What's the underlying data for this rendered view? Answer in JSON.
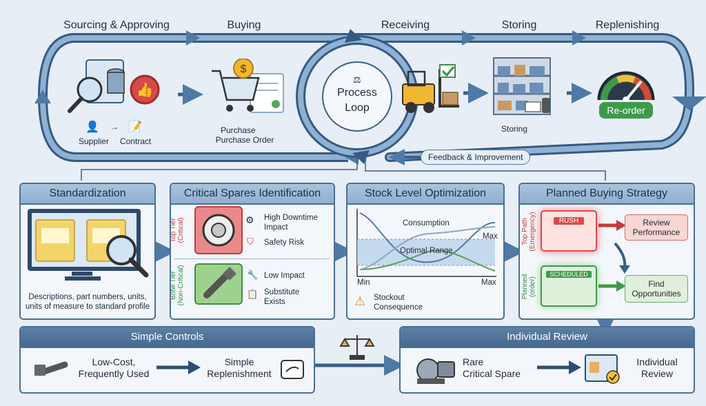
{
  "stages": {
    "sourcing": "Sourcing & Approving",
    "buying": "Buying",
    "receiving": "Receiving",
    "storing": "Storing",
    "replenishing": "Replenishing"
  },
  "cycle": {
    "supplier": "Supplier",
    "contract": "Contract",
    "purchase": "Purchase",
    "purchase_order": "Purchase Order",
    "process_loop_1": "Process",
    "process_loop_2": "Loop",
    "storing_caption": "Storing",
    "reorder": "Re-order",
    "feedback": "Feedback & Improvement"
  },
  "standardization": {
    "title": "Standardization",
    "caption_1": "Descriptions, part numbers, units,",
    "caption_2": "units of measure to standard profile"
  },
  "critical": {
    "title": "Critical Spares Identification",
    "top_tier_1": "Top Tier",
    "top_tier_2": "(Critical)",
    "bottom_tier_1": "Botw Tier",
    "bottom_tier_2": "(Non-Critical)",
    "high_downtime_1": "High Downtime",
    "high_downtime_2": "Impact",
    "safety_risk": "Safety Risk",
    "low_impact": "Low Impact",
    "substitute_1": "Substitute",
    "substitute_2": "Exists"
  },
  "stock": {
    "title": "Stock Level Optimization",
    "consumption": "Consumption",
    "max_top": "Max",
    "optimal_range": "Optimal Range",
    "min": "Min",
    "max_bottom": "Max",
    "stockout_1": "Stockout",
    "stockout_2": "Consequence"
  },
  "planned": {
    "title": "Planned Buying Strategy",
    "top_path_1": "Top Path",
    "top_path_2": "(Emergency)",
    "rush": "RUSH",
    "review_1": "Review",
    "review_2": "Performance",
    "planned_1": "Planned",
    "planned_2": "(order)",
    "scheduled": "SCHEDULED",
    "find_1": "Find",
    "find_2": "Opportunities"
  },
  "simple_controls": {
    "title": "Simple Controls",
    "low_cost_1": "Low-Cost,",
    "low_cost_2": "Frequently Used",
    "simple_1": "Simple",
    "simple_2": "Replenishment"
  },
  "individual": {
    "title": "Individual Review",
    "rare_1": "Rare",
    "rare_2": "Critical Spare",
    "ind_1": "Individual",
    "ind_2": "Review"
  },
  "colors": {
    "loop_blue": "#4f7aa6",
    "panel_border": "#4b6f93",
    "rush_red": "#e04848",
    "scheduled_green": "#3f9a4c",
    "reorder_green": "#3e9a48"
  }
}
